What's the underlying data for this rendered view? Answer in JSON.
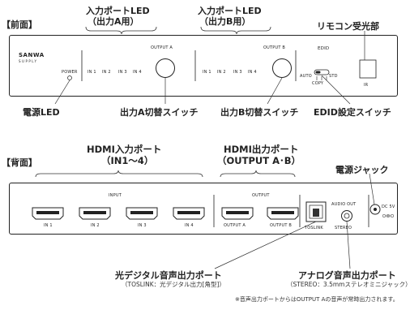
{
  "front": {
    "section_label": "【前面】",
    "brand": "SANWA",
    "brand_sub": "SUPPLY",
    "power_label": "POWER",
    "group_a": {
      "inputs": [
        "IN 1",
        "IN 2",
        "IN 3",
        "IN 4"
      ],
      "output_label": "OUTPUT A"
    },
    "group_b": {
      "inputs": [
        "IN 1",
        "IN 2",
        "IN 3",
        "IN 4"
      ],
      "output_label": "OUTPUT B"
    },
    "edid": {
      "label": "EDID",
      "auto": "AUTO",
      "std": "STD",
      "copy": "COPY"
    },
    "ir_label": "IR",
    "callouts": {
      "led_a_line1": "入力ポートLED",
      "led_a_line2": "（出力A用）",
      "led_b_line1": "入力ポートLED",
      "led_b_line2": "（出力B用）",
      "remote_receiver": "リモコン受光部",
      "power_led": "電源LED",
      "switch_a": "出力A切替スイッチ",
      "switch_b": "出力B切替スイッチ",
      "edid_switch": "EDID設定スイッチ"
    }
  },
  "rear": {
    "section_label": "【背面】",
    "input_header": "INPUT",
    "output_header": "OUTPUT",
    "input_ports": [
      "IN 1",
      "IN 2",
      "IN 3",
      "IN 4"
    ],
    "output_ports": [
      "OUTPUT A",
      "OUTPUT B"
    ],
    "toslink_label": "TOSLINK",
    "audio_out_label": "AUDIO OUT",
    "stereo_label": "STEREO",
    "dc_label": "DC 5V",
    "callouts": {
      "hdmi_in_line1": "HDMI入力ポート",
      "hdmi_in_line2": "（IN1〜4）",
      "hdmi_out_line1": "HDMI出力ポート",
      "hdmi_out_line2": "（OUTPUT A･B）",
      "power_jack": "電源ジャック",
      "optical_out": "光デジタル音声出力ポート",
      "optical_out_sub": "（TOSLINK：光デジタル出力[角型]）",
      "analog_out": "アナログ音声出力ポート",
      "analog_out_sub": "（STEREO：3.5mmステレオミニジャック）"
    }
  },
  "footnote": "※音声出力ポートからはOUTPUT Aの音声が常時出力されます。"
}
